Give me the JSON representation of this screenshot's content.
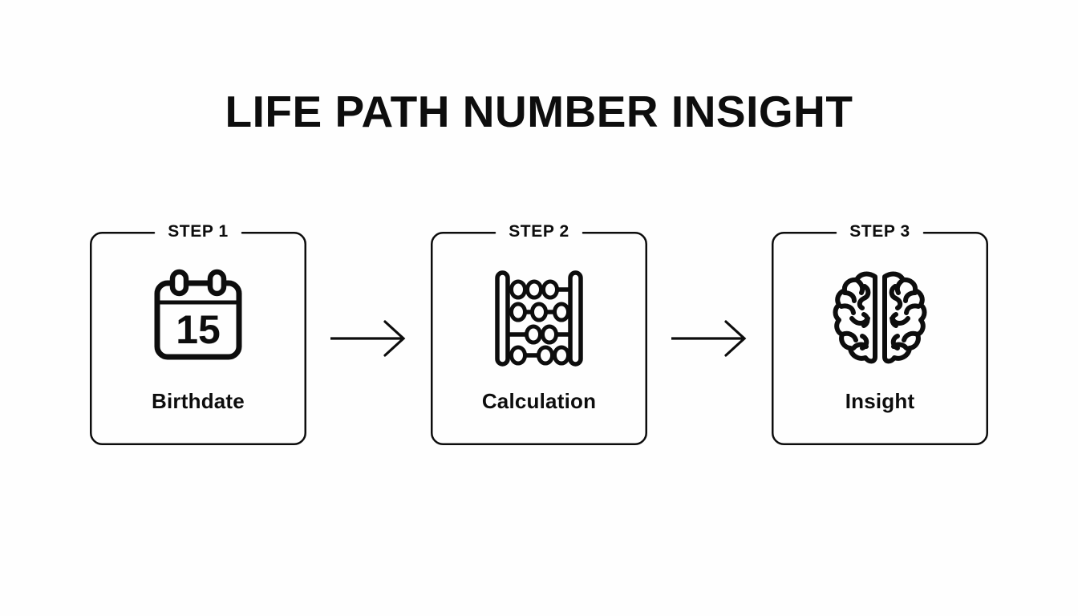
{
  "page": {
    "title": "LIFE PATH NUMBER INSIGHT",
    "background_color": "#fefefe",
    "ink_color": "#0d0d0d"
  },
  "diagram": {
    "type": "horizontal-step-flow",
    "step_count": 3,
    "connector": "arrow-right",
    "steps": [
      {
        "tag": "STEP 1",
        "label": "Birthdate",
        "icon": "calendar-icon",
        "icon_value": "15"
      },
      {
        "tag": "STEP 2",
        "label": "Calculation",
        "icon": "abacus-icon",
        "icon_value": ""
      },
      {
        "tag": "STEP 3",
        "label": "Insight",
        "icon": "brain-icon",
        "icon_value": ""
      }
    ],
    "arrows": [
      {
        "name": "arrow-step1-to-step2"
      },
      {
        "name": "arrow-step2-to-step3"
      }
    ]
  }
}
